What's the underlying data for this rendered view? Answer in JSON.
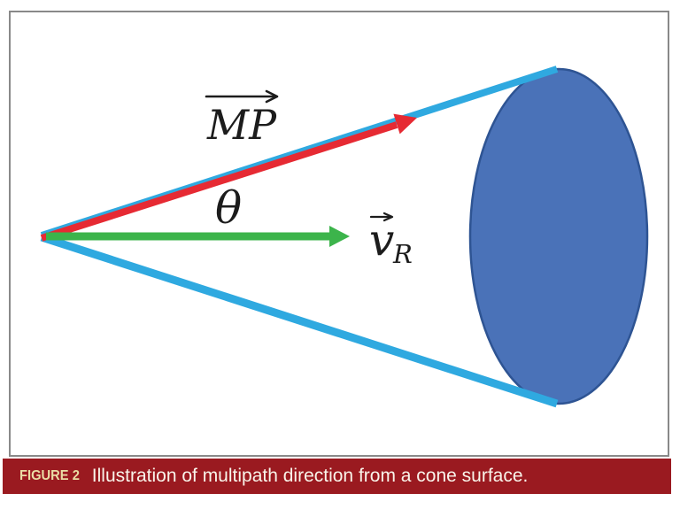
{
  "diagram": {
    "labels": {
      "mp": "MP",
      "theta": "θ",
      "velocity": "v",
      "velocity_subscript": "R"
    }
  },
  "caption": {
    "label": "FIGURE 2",
    "text": "Illustration of multipath direction from a cone surface."
  },
  "colors": {
    "frame-border": "#898989",
    "cone-edge": "#2fa9e0",
    "mp-arrow": "#e62a33",
    "velocity-arrow": "#3cb44b",
    "ellipse-fill": "#4a72b8",
    "ellipse-stroke": "#2e5493",
    "label-ink": "#1c1c1c",
    "caption-bg": "#9a1a20",
    "caption-label": "#eadca5",
    "caption-text": "#f9f4ea"
  }
}
